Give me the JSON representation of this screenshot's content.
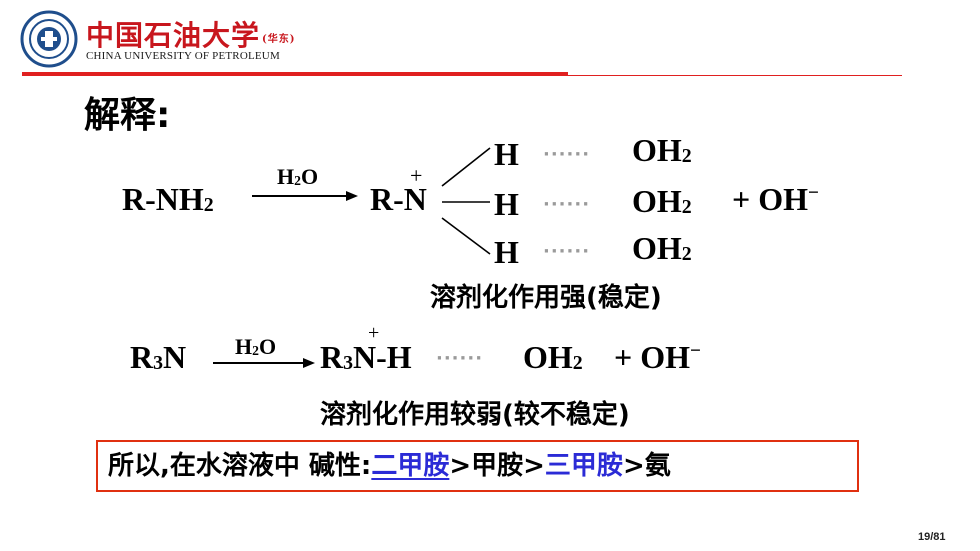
{
  "header": {
    "university_cn": "中国石油大学",
    "campus": "(华东)",
    "university_en": "CHINA UNIVERSITY OF PETROLEUM",
    "accent_color": "#e02020"
  },
  "title": "解释:",
  "reaction1": {
    "reactant": "R-NH",
    "reactant_sub": "2",
    "arrow_label": "H",
    "arrow_label_sub": "2",
    "arrow_label_end": "O",
    "product": "R-N",
    "charge": "+",
    "bond_h": "H",
    "oh2": "OH",
    "oh2_sub": "2",
    "dots": "······",
    "byproduct": "+ OH",
    "byproduct_sup": "−",
    "note": "溶剂化作用强(稳定)"
  },
  "reaction2": {
    "reactant": "R",
    "reactant_sub": "3",
    "reactant_end": "N",
    "arrow_label": "H",
    "arrow_label_sub": "2",
    "arrow_label_end": "O",
    "product_r": "R",
    "product_sub": "3",
    "product_rest": "N-H",
    "charge": "+",
    "dots": "······",
    "oh2": "OH",
    "oh2_sub": "2",
    "byproduct": "+ OH",
    "byproduct_sup": "−",
    "note": "溶剂化作用较弱(较不稳定)"
  },
  "conclusion": {
    "prefix": "所以,在水溶液中 碱性:",
    "item1": "二甲胺",
    "gt1": ">甲胺>",
    "item2": "三甲胺",
    "gt2": ">氨",
    "border_color": "#e03010",
    "highlight_color": "#2b2bd6"
  },
  "page_number": "19/81"
}
